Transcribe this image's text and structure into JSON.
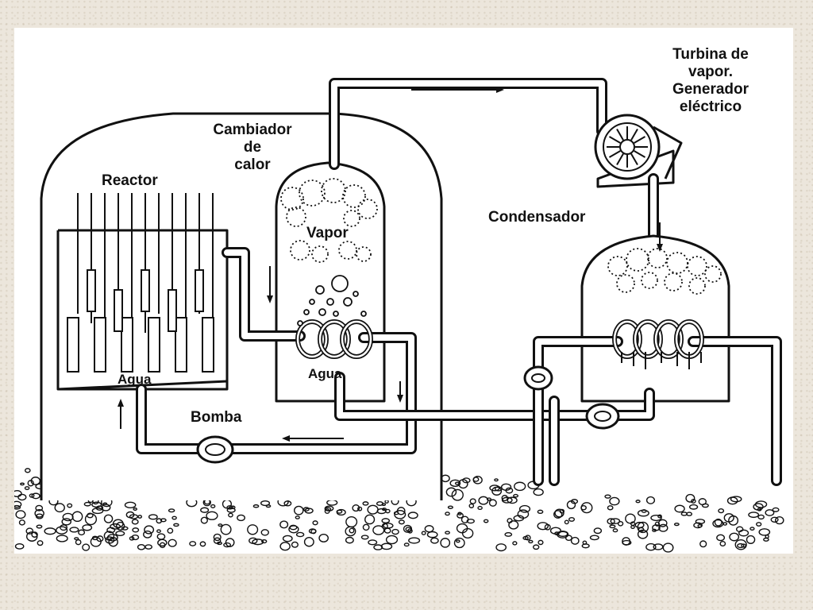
{
  "labels": {
    "reactor": "Reactor",
    "agua_reactor": "Agua",
    "cambiador_1": "Cambiador",
    "cambiador_2": "de",
    "cambiador_3": "calor",
    "vapor": "Vapor",
    "agua_cambiador": "Agua",
    "bomba": "Bomba",
    "condensador": "Condensador",
    "turbina_1": "Turbina de",
    "turbina_2": "vapor.",
    "turbina_3": "Generador",
    "turbina_4": "eléctrico"
  },
  "colors": {
    "ink": "#111111",
    "paper": "#ffffff",
    "background": "#ece6dc"
  }
}
